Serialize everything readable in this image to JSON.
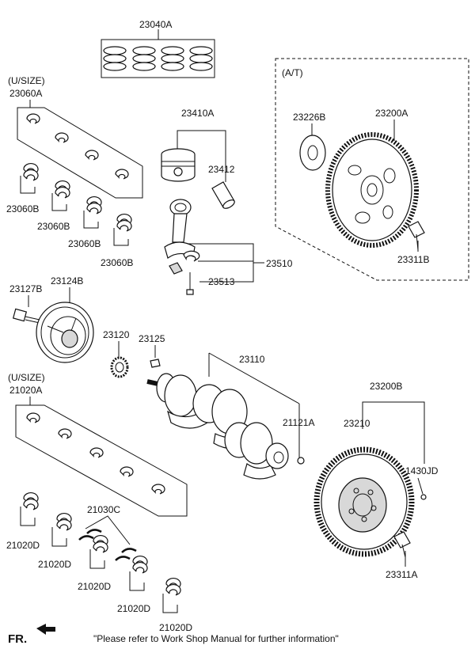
{
  "labels": {
    "p23040A": "23040A",
    "usize1": "(U/SIZE)",
    "p23060A": "23060A",
    "p23060B": "23060B",
    "p23410A": "23410A",
    "p23412": "23412",
    "p23510": "23510",
    "p23513": "23513",
    "at": "(A/T)",
    "p23226B": "23226B",
    "p23200A": "23200A",
    "p23311B": "23311B",
    "p23127B": "23127B",
    "p23124B": "23124B",
    "p23120": "23120",
    "p23125": "23125",
    "p23110": "23110",
    "usize2": "(U/SIZE)",
    "p21020A": "21020A",
    "p21121A": "21121A",
    "p23200B": "23200B",
    "p23210": "23210",
    "p1430JD": "1430JD",
    "p21030C": "21030C",
    "p21020D": "21020D",
    "p23311A": "23311A",
    "fr": "FR.",
    "note": "\"Please refer to Work Shop Manual for further information\""
  }
}
